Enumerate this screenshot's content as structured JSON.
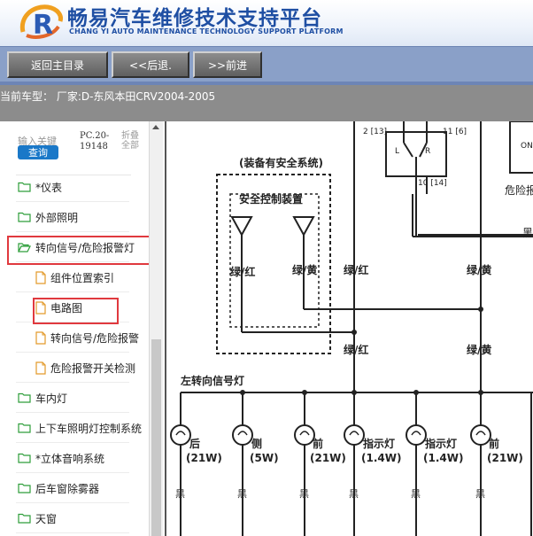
{
  "header": {
    "title": "畅易汽车维修技术支持平台",
    "subtitle": "CHANG YI AUTO MAINTENANCE TECHNOLOGY SUPPORT PLATFORM",
    "logo_letter": "R"
  },
  "toolbar": {
    "home_label": "返回主目录",
    "back_label": "<<后退.",
    "forward_label": ">>前进"
  },
  "vehicle": {
    "text": "当前车型：  厂家:D-东风本田CRV2004-2005"
  },
  "sidebar": {
    "search_placeholder": "输入关键",
    "search_button": "查询",
    "pc_label_1": "PC.20-",
    "pc_label_2": "19148",
    "fold_label_1": "折叠",
    "fold_label_2": "全部",
    "items": [
      {
        "label": "*仪表"
      },
      {
        "label": "外部照明"
      },
      {
        "label": "转向信号/危险报警灯"
      },
      {
        "label": "组件位置索引"
      },
      {
        "label": "电路图"
      },
      {
        "label": "转向信号/危险报警"
      },
      {
        "label": "危险报警开关检测"
      },
      {
        "label": "车内灯"
      },
      {
        "label": "上下车照明灯控制系统"
      },
      {
        "label": "*立体音响系统"
      },
      {
        "label": "后车窗除雾器"
      },
      {
        "label": "天窗"
      }
    ]
  },
  "diagram": {
    "connector_left": "2 [13]",
    "connector_right": "11 [6]",
    "connector_bottom": "10 [14]",
    "switch_l": "L",
    "switch_r": "R",
    "on_label": "ON",
    "hazard_label": "危险报",
    "black_label": "黑",
    "srs_title": "(装备有安全系统)",
    "srs_unit": "安全控制装置",
    "wire_green_red": "绿/红",
    "wire_green_yellow": "绿/黄",
    "left_turn_title": "左转向信号灯",
    "bulb_rear": "后",
    "bulb_rear_w": "(21W)",
    "bulb_side": "侧",
    "bulb_side_w": "(5W)",
    "bulb_front": "前",
    "bulb_front_w": "(21W)",
    "bulb_indicator": "指示灯",
    "bulb_indicator_w": "(1.4W)",
    "ground": "黑"
  }
}
